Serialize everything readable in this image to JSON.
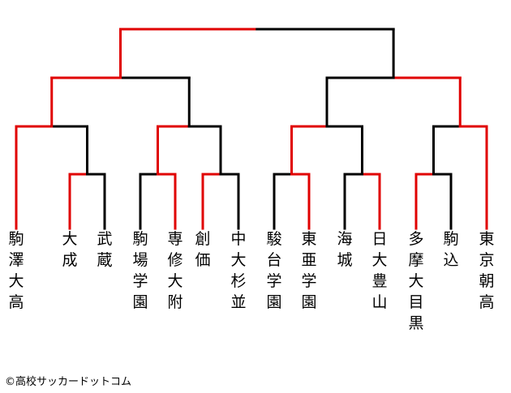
{
  "bracket": {
    "teams": [
      "駒澤大高",
      "大成",
      "武蔵",
      "駒場学園",
      "専修大附",
      "創価",
      "中大杉並",
      "駿台学園",
      "東亜学園",
      "海城",
      "日大豊山",
      "多摩大目黒",
      "駒込",
      "東京朝高"
    ],
    "winner_color": "#e00000",
    "loser_color": "#000000",
    "matches": [
      {
        "id": "m1",
        "a": "t1",
        "b": "t2",
        "winner": "a"
      },
      {
        "id": "m2",
        "a": "t3",
        "b": "t4",
        "winner": "b"
      },
      {
        "id": "m3",
        "a": "t5",
        "b": "t6",
        "winner": "a"
      },
      {
        "id": "m4",
        "a": "t7",
        "b": "t8",
        "winner": "b"
      },
      {
        "id": "m5",
        "a": "t9",
        "b": "t10",
        "winner": "b"
      },
      {
        "id": "m6",
        "a": "t11",
        "b": "t12",
        "winner": "a"
      },
      {
        "id": "q1",
        "a": "t0",
        "b": "m1",
        "winner": "a"
      },
      {
        "id": "q2",
        "a": "m2",
        "b": "m3",
        "winner": "a"
      },
      {
        "id": "q3",
        "a": "m4",
        "b": "m5",
        "winner": "a"
      },
      {
        "id": "q4",
        "a": "m6",
        "b": "t13",
        "winner": "b"
      },
      {
        "id": "s1",
        "a": "q1",
        "b": "q2",
        "winner": "a"
      },
      {
        "id": "s2",
        "a": "q3",
        "b": "q4",
        "winner": "b"
      },
      {
        "id": "f",
        "a": "s1",
        "b": "s2",
        "winner": "a"
      }
    ]
  },
  "credit": "©高校サッカードットコム"
}
